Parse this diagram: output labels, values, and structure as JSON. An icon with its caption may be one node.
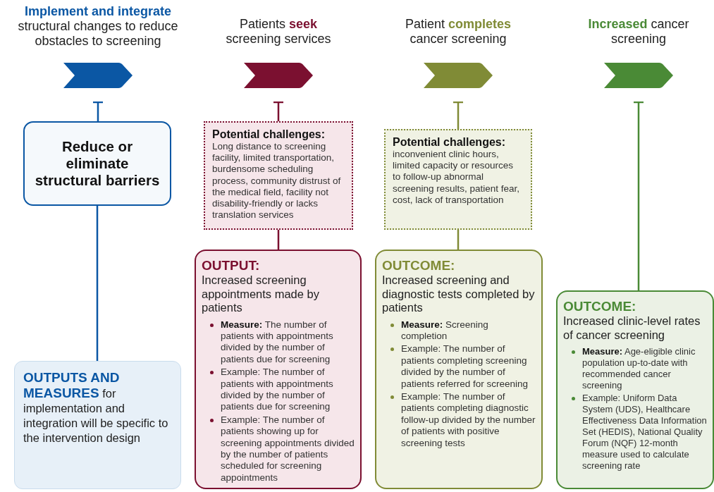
{
  "diagram": {
    "nodes": [
      {
        "text": [
          "**Implement and integrate** structural changes to reduce obstacles to screening"
        ]
      },
      {
        "text": [
          "Reduce or eliminate structural barriers"
        ]
      },
      {
        "text": [
          "**OUTPUTS AND MEASURES** for implementation and integration will be specific to the intervention design"
        ]
      },
      {
        "text": [
          "Patients **seek** screening services"
        ]
      },
      {
        "text": [
          "Potential challenges:",
          "Long distance to screening facility, limited transportation, burdensome scheduling process, community distrust of the medical field, facility not disability-friendly or lacks translation services"
        ]
      },
      {
        "text": [
          "OUTPUT:",
          "Increased screening appointments made by patients",
          "**Measure:** The number of patients with appointments divided by the number of patients due for screening",
          "Example: The number of patients with appointments divided by the number of patients due for screening",
          "Example: The number of patients showing up for screening appointments divided by the number of patients scheduled for screening appointments"
        ]
      },
      {
        "text": [
          "Patient **completes** cancer screening"
        ]
      },
      {
        "text": [
          "Potential challenges:",
          "inconvenient clinic hours, limited capacity or resources to follow-up abnormal screening results, patient fear, cost, lack of transportation"
        ]
      },
      {
        "text": [
          "OUTCOME:",
          "Increased screening and diagnostic tests completed by patients",
          "**Measure:** Screening completion",
          "Example: The number of patients completing screening divided by the number of patients referred for screening",
          "Example: The number of patients completing diagnostic follow-up divided by the number of patients with positive screening tests"
        ]
      },
      {
        "text": [
          "**Increased** cancer screening"
        ]
      },
      {
        "text": [
          "OUTCOME:",
          "Increased clinic-level rates of cancer screening",
          "**Measure:** Age-eligible clinic population up-to-date with recommended cancer screening",
          "Example: Uniform Data System (UDS), Healthcare Effectiveness Data Information Set (HEDIS), National Quality Forum (NQF) 12-month measure used to calculate screening rate"
        ]
      }
    ],
    "edges": [
      {
        "from": 0,
        "to": 1,
        "arrow": "other",
        "color": "#0b57a4"
      },
      {
        "from": 1,
        "to": 2,
        "arrow": "none",
        "color": "#0b57a4"
      },
      {
        "from": 3,
        "to": 4,
        "arrow": "other",
        "color": "#7b1030"
      },
      {
        "from": 4,
        "to": 5,
        "arrow": "none",
        "color": "#7b1030"
      },
      {
        "from": 6,
        "to": 7,
        "arrow": "other",
        "color": "#808b36"
      },
      {
        "from": 7,
        "to": 8,
        "arrow": "none",
        "color": "#808b36"
      },
      {
        "from": 9,
        "to": 10,
        "arrow": "other",
        "color": "#4a8a36"
      }
    ]
  }
}
